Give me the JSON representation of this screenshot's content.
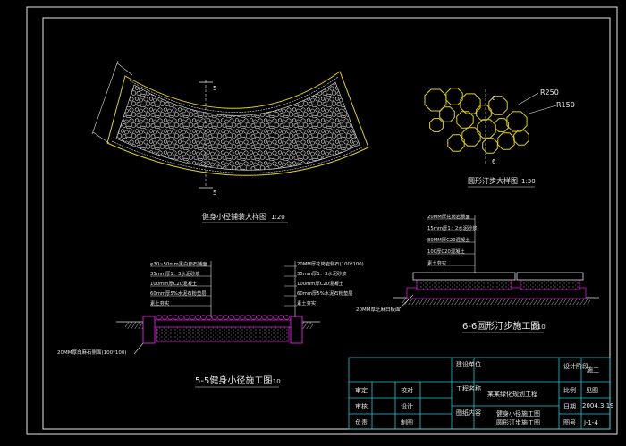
{
  "colors": {
    "frame": "#e6e6e6",
    "magenta": "#d020d0",
    "cyan": "#20c8d8",
    "yellow": "#e0d020",
    "green": "#40d040",
    "white": "#f0f0f0",
    "title_block": "#20c8d8"
  },
  "plan_path": {
    "title": "健身小径铺装大样图",
    "scale": "1:20",
    "section_mark": "5"
  },
  "stepping_plan": {
    "title": "圆形汀步大样图",
    "scale": "1:30",
    "radius_large": "R250",
    "radius_small": "R150",
    "section_mark": "6"
  },
  "section_55": {
    "title": "5-5健身小径施工图",
    "scale": "1:10",
    "left_labels": [
      "φ30~50mm黑白卵石铺面",
      "35mm厚1：3水泥砂浆",
      "100mm厚C20混凝土",
      "60mm厚5%水泥石粉垫层",
      "素土夯实"
    ],
    "right_labels": [
      "20MM厚花岗岩侧石(100*100)",
      "35mm厚1：3水泥砂浆",
      "100mm厚C20混凝土",
      "60mm厚5%水泥石粉垫层",
      "素土夯实"
    ],
    "bottom_label": "20MM厚白麻石侧面(100*100)"
  },
  "section_66": {
    "title": "6-6圆形汀步施工图",
    "scale": "1:10",
    "labels": [
      "20MM厚花岗岩板面",
      "15mm厚1：2水泥砂浆",
      "80MM厚C20混凝土",
      "100厚C20混凝土",
      "素土夯实"
    ],
    "bottom_label": "20MM厚芝麻白板面"
  },
  "title_block": {
    "rows": [
      {
        "l1": "审定",
        "l2": "校对"
      },
      {
        "l1": "审核",
        "l2": "设计"
      },
      {
        "l1": "负责",
        "l2": "制图"
      }
    ],
    "col_labels": [
      "建设单位",
      "工程名称",
      "图纸内容"
    ],
    "project": "某某绿化规划工程",
    "content_1": "健身小径施工图",
    "content_2": "圆形汀步施工图",
    "right_labels": [
      "设计阶段",
      "比例",
      "日期",
      "图号"
    ],
    "stage": "施工",
    "scale_value": "见图",
    "date": "2004.3.19",
    "drawing_no": "J-1-4"
  }
}
